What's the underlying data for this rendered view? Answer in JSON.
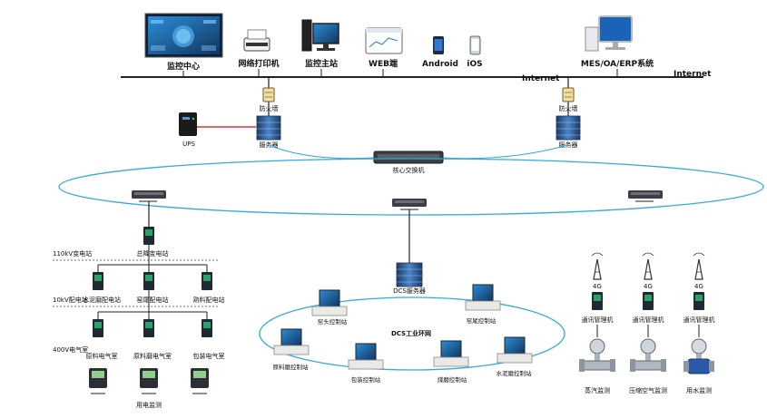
{
  "top": {
    "monitor_center": "监控中心",
    "network_printer": "网络打印机",
    "monitor_host": "监控主站",
    "web_client": "WEB端",
    "android": "Android",
    "ios": "iOS",
    "mes_erp": "MES/OA/ERP系统",
    "internet_left": "Internet",
    "internet_right": "Internet"
  },
  "dmz": {
    "firewall_left": "防火墙",
    "firewall_right": "防火墙",
    "ups": "UPS",
    "server_left": "服务器",
    "server_right": "服务器",
    "core_switch": "核心交换机"
  },
  "substation": {
    "level_110kv": "110kV变电站",
    "main_110kv": "总降变电站",
    "level_10kv": "10kV配电站",
    "sub_10kv_1": "水泥磨配电站",
    "sub_10kv_2": "窑尾配电站",
    "sub_10kv_3": "熟料配电站",
    "level_400v": "400V电气室",
    "room_400v_1": "原料电气室",
    "room_400v_2": "原料磨电气室",
    "room_400v_3": "包装电气室",
    "meter_caption": "用电监测"
  },
  "dcs": {
    "server": "DCS服务器",
    "ring_label": "DCS工业环网",
    "stations": [
      "窑头控制站",
      "窑尾控制站",
      "原料磨控制站",
      "包装控制站",
      "煤磨控制站",
      "水泥磨控制站"
    ]
  },
  "energy": {
    "signal_label": "4G",
    "gateway_1": "通讯管理机",
    "gateway_2": "通讯管理机",
    "gateway_3": "通讯管理机",
    "meter_1": "蒸汽监测",
    "meter_2": "压缩空气监测",
    "meter_3": "用水监测"
  },
  "colors": {
    "ring": "#33aadd",
    "dark_line": "#222222",
    "ups_link": "#e0303a",
    "device_green": "#2aa06a",
    "server_blue": "#3a6fb0"
  }
}
